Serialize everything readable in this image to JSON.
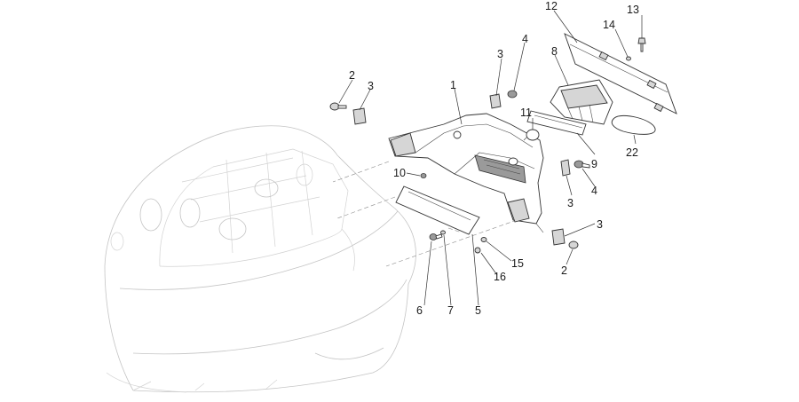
{
  "callouts": [
    {
      "id": "c12",
      "label": "12"
    },
    {
      "id": "c13",
      "label": "13"
    },
    {
      "id": "c14",
      "label": "14"
    },
    {
      "id": "c4a",
      "label": "4"
    },
    {
      "id": "c3a",
      "label": "3"
    },
    {
      "id": "c8",
      "label": "8"
    },
    {
      "id": "c2a",
      "label": "2"
    },
    {
      "id": "c3b",
      "label": "3"
    },
    {
      "id": "c1",
      "label": "1"
    },
    {
      "id": "c11",
      "label": "11"
    },
    {
      "id": "c9",
      "label": "9"
    },
    {
      "id": "c22",
      "label": "22"
    },
    {
      "id": "c10",
      "label": "10"
    },
    {
      "id": "c4b",
      "label": "4"
    },
    {
      "id": "c3c",
      "label": "3"
    },
    {
      "id": "c3d",
      "label": "3"
    },
    {
      "id": "c15",
      "label": "15"
    },
    {
      "id": "c2b",
      "label": "2"
    },
    {
      "id": "c16",
      "label": "16"
    },
    {
      "id": "c6",
      "label": "6"
    },
    {
      "id": "c7",
      "label": "7"
    },
    {
      "id": "c5",
      "label": "5"
    }
  ]
}
